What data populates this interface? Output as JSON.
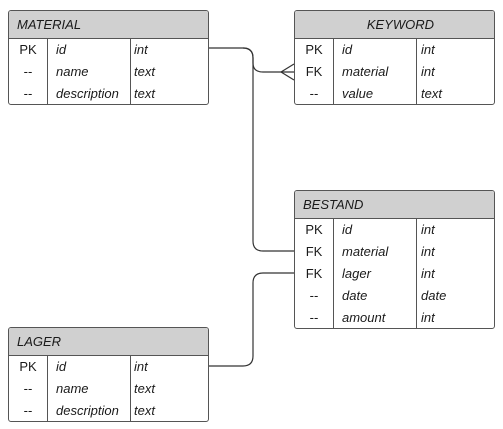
{
  "colors": {
    "header": "#d0d0d0",
    "border": "#555555",
    "line": "#333333"
  },
  "entities": {
    "material": {
      "title": "MATERIAL",
      "rows": [
        {
          "key": "PK",
          "name": "id",
          "type": "int"
        },
        {
          "key": "--",
          "name": "name",
          "type": "text"
        },
        {
          "key": "--",
          "name": "description",
          "type": "text"
        }
      ]
    },
    "keyword": {
      "title": "KEYWORD",
      "rows": [
        {
          "key": "PK",
          "name": "id",
          "type": "int"
        },
        {
          "key": "FK",
          "name": "material",
          "type": "int"
        },
        {
          "key": "--",
          "name": "value",
          "type": "text"
        }
      ]
    },
    "bestand": {
      "title": "BESTAND",
      "rows": [
        {
          "key": "PK",
          "name": "id",
          "type": "int"
        },
        {
          "key": "FK",
          "name": "material",
          "type": "int"
        },
        {
          "key": "FK",
          "name": "lager",
          "type": "int"
        },
        {
          "key": "--",
          "name": "date",
          "type": "date"
        },
        {
          "key": "--",
          "name": "amount",
          "type": "int"
        }
      ]
    },
    "lager": {
      "title": "LAGER",
      "rows": [
        {
          "key": "PK",
          "name": "id",
          "type": "int"
        },
        {
          "key": "--",
          "name": "name",
          "type": "text"
        },
        {
          "key": "--",
          "name": "description",
          "type": "text"
        }
      ]
    }
  }
}
